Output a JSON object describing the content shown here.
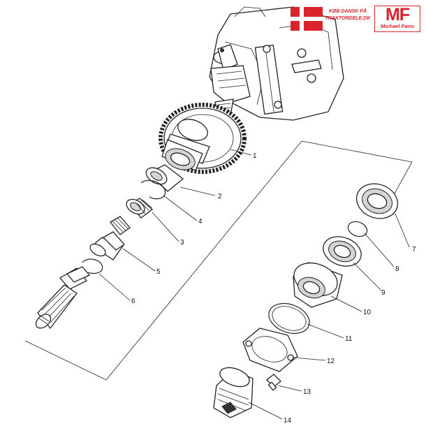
{
  "banner": {
    "shop_line1": "KØB DANSK PÅ",
    "shop_line2": "TRAKTORDELE.DK",
    "logo_mark": "MF",
    "logo_owner": "Michael Føns",
    "brand_color": "#d9232d"
  },
  "callouts": [
    "1",
    "2",
    "3",
    "4",
    "5",
    "6",
    "7",
    "8",
    "9",
    "10",
    "11",
    "12",
    "13",
    "14"
  ]
}
